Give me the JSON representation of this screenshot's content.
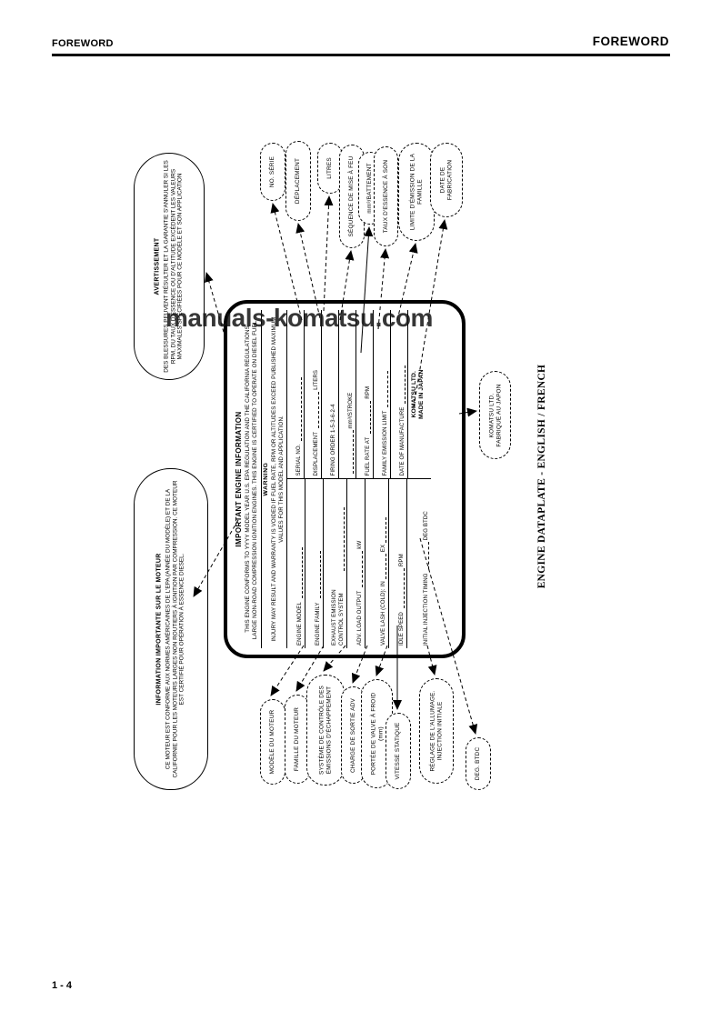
{
  "header": {
    "left": "FOREWORD",
    "right": "FOREWORD"
  },
  "footer": {
    "page_number": "1 - 4"
  },
  "watermark": "manuals-komatsu.com",
  "caption": "ENGINE DATAPLATE - ENGLISH / FRENCH",
  "warning_oval": {
    "title": "AVERTISSEMENT",
    "body": "DES BLESSURES PEUVENT RÉSULTER ET LA GARANTIE S'ANNULER SI LES RPM, DU TAUX D'ESSENCE OU D'ALTITUDE EXCÈDENT LES VALEURS MAXIMALES SPÉCIFIÉES POUR CE MODÈLE ET SON APPLICATION"
  },
  "info_oval": {
    "title": "INFORMATION IMPORTANTE SUR LE MOTEUR",
    "body": "CE MOTEUR EST CONFORME AUX NORMES AMÉRICAINES DE L'EPA (ANNÉE DU MODÈLE) ET DE LA CALIFORNIE POUR LES MOTEURS LARGES NON ROUTIERS À IGNITION PAR COMPRESSION. CE MOTEUR EST CERTIFIÉ POUR OPÉRATION À ESSENCE DIESEL."
  },
  "top_callouts": [
    {
      "label": "NO. SÉRIE"
    },
    {
      "label": "DÉPLACEMENT"
    },
    {
      "label": "LITRES"
    },
    {
      "label": "SÉQUENCE DE MISE À FEU"
    },
    {
      "label": "mm³/BATTEMENT"
    },
    {
      "label": "TAUX D'ESSENCE À SON"
    },
    {
      "label": "LIMITE D'ÉMISSION DE LA FAMILLE"
    },
    {
      "label": "DATE DE FABRICATION"
    }
  ],
  "bottom_callouts": [
    {
      "label": "MODÈLE DU MOTEUR"
    },
    {
      "label": "FAMILLE DU MOTEUR"
    },
    {
      "label": "SYSTÈME DE CONTRÔLE DES ÉMISSIONS D'ÉCHAPPEMENT"
    },
    {
      "label": "CHARGE DE SORTIE ADV"
    },
    {
      "label": "PORTÉE DE VALVE À FROID (mm)"
    },
    {
      "label": "VITESSE STATIQUE"
    },
    {
      "label": "RÉGLAGE DE L'ALLUMAGE. INJECTION INITIALE"
    },
    {
      "label": "DEG. BTDC"
    }
  ],
  "komatsu_callout": {
    "label": "KOMATSU LTD.\nFABRIQUÉ AU JAPON"
  },
  "plate": {
    "title": "IMPORTANT ENGINE INFORMATION",
    "para1": "THIS ENGINE CONFORMS TO YYYY MODEL YEAR U.S. EPA REGULATION AND THE CALIFORNIA REGULATIONS LARGE NON-ROAD COMPRESSION IGNITION ENGINES. THIS ENGINE IS CERTIFIED TO OPERATE ON DIESEL FUEL.",
    "warning": "WARNING",
    "para2": "INJURY MAY RESULT AND WARRANTY IS VOIDED IF FUEL RATE, RPM OR ALTITUDES EXCEED PUBLISHED MAXIMUM VALUES FOR THIS MODEL AND APPLICATION.",
    "left_rows": [
      {
        "label": "ENGINE MODEL"
      },
      {
        "label": "ENGINE FAMILY"
      },
      {
        "label": "EXHAUST EMISSION CONTROL SYSTEM"
      },
      {
        "label": "ADV. LOAD OUTPUT",
        "suffix": "kW"
      },
      {
        "label": "VALVE LASH (COLD):",
        "mid": "IN",
        "suffix": "EX"
      },
      {
        "label": "IDLE SPEED",
        "suffix": "RPM"
      },
      {
        "label": "INITIAL INJECTION TIMING",
        "suffix": "DEG BTDC"
      }
    ],
    "right_rows": [
      {
        "label": "SERIAL NO."
      },
      {
        "label": "DISPLACEMENT",
        "suffix": "LITERS"
      },
      {
        "label": "FIRING ORDER",
        "value": "1-5-3-6-2-4"
      },
      {
        "label": "",
        "suffix": "mm³/STROKE"
      },
      {
        "label": "FUEL RATE AT",
        "suffix": "RPM"
      },
      {
        "label": "FAMILY EMISSION LIMIT"
      },
      {
        "label": "DATE OF MANUFACTURE"
      },
      {
        "label": "KOMATSU LTD.\nMADE IN JAPAN"
      }
    ]
  }
}
